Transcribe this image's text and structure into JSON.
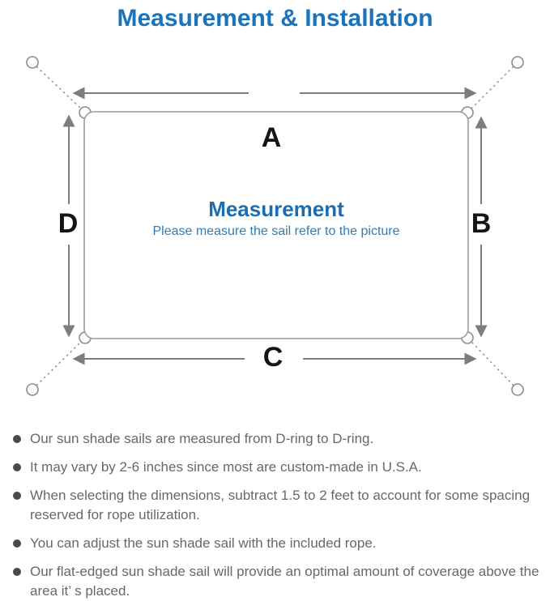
{
  "title": "Measurement & Installation",
  "diagram": {
    "dimension_labels": {
      "top": "A",
      "right": "B",
      "bottom": "C",
      "left": "D"
    },
    "center": {
      "heading": "Measurement",
      "subtitle": "Please measure the sail refer to the picture"
    }
  },
  "notes": [
    "Our sun shade sails are measured from D-ring to D-ring.",
    "It may vary by 2-6 inches since most are custom-made in U.S.A.",
    "When selecting the dimensions, subtract 1.5 to 2 feet to account for some spacing reserved for rope utilization.",
    "You can adjust the sun shade sail with the included rope.",
    "Our flat-edged sun shade sail will provide an optimal amount of coverage above the area it’ s placed."
  ],
  "colors": {
    "title_blue": "#1a73bb",
    "center_heading_blue": "#1b6db3",
    "subtitle_blue": "#2f7eb5",
    "note_text_gray": "#686868",
    "arrow_gray": "#7d7d7d",
    "outline_gray": "#9c9c9c"
  }
}
